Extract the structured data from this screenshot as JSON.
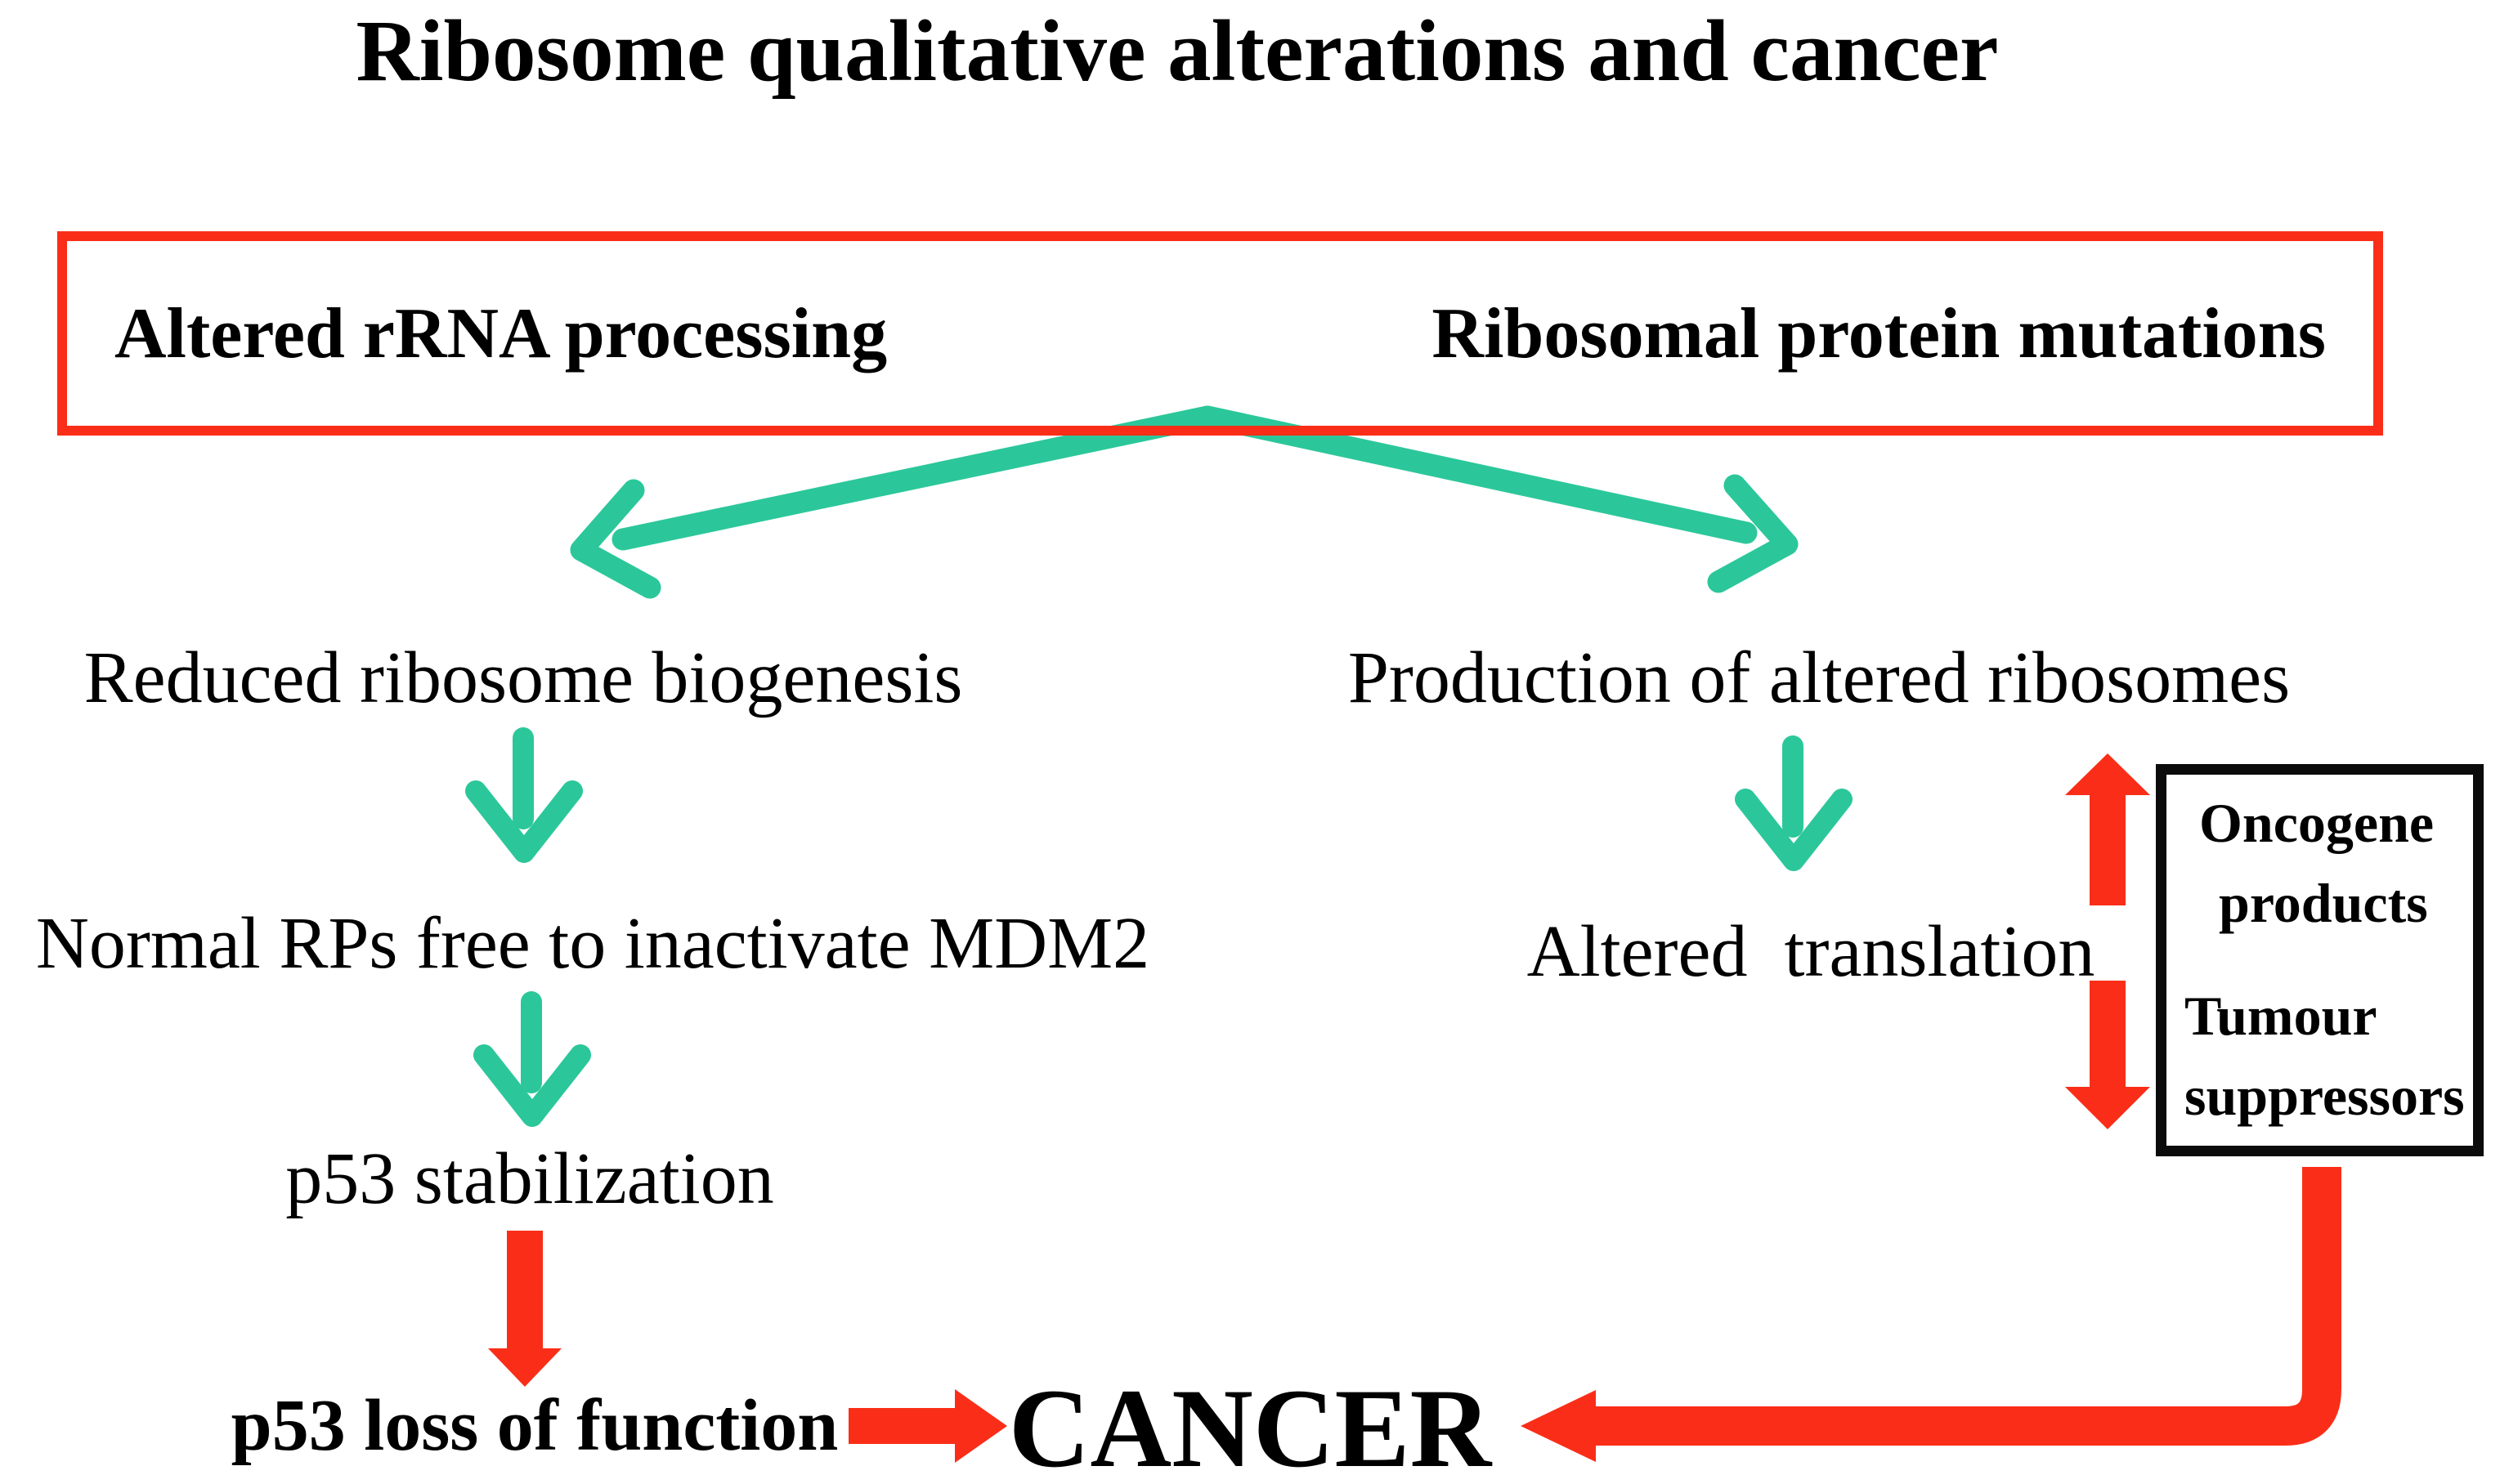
{
  "title": "Ribosome qualitative alterations and cancer",
  "top_box": {
    "left_label": "Altered rRNA processing",
    "right_label": "Ribosomal protein mutations"
  },
  "left_pathway": {
    "step1": "Reduced ribosome biogenesis",
    "step2": "Normal RPs free to inactivate MDM2",
    "step3": "p53 stabilization",
    "step4": "p53 loss of function"
  },
  "right_pathway": {
    "step1": "Production of altered ribosomes",
    "step2": "Altered  translation"
  },
  "side_box": {
    "line1": "Oncogene",
    "line2": "products",
    "line3": "Tumour",
    "line4": "suppressors"
  },
  "outcome": "CANCER",
  "colors": {
    "background": "#ffffff",
    "text": "#000000",
    "arrow_green": "#2bc79a",
    "arrow_red": "#fa2e18",
    "top_box_border": "#fa2e18",
    "side_box_border": "#0b0b0b"
  }
}
